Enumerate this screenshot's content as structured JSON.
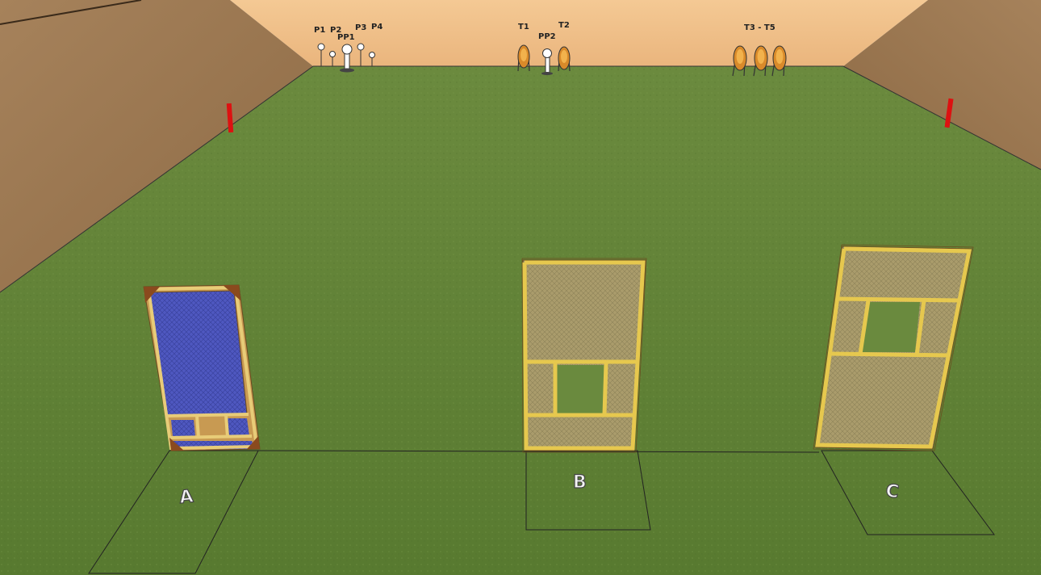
{
  "scene": {
    "labels": {
      "p1": "P1",
      "p2": "P2",
      "pp1": "PP1",
      "p3": "P3",
      "p4": "P4",
      "t1": "T1",
      "pp2": "PP2",
      "t2": "T2",
      "t3_t5": "T3 - T5"
    },
    "positions": {
      "a": "A",
      "b": "B",
      "c": "C"
    },
    "colors": {
      "backstop": "#f2c48c",
      "berm": "#9e7a55",
      "grass": "#5f7d38",
      "frame_wood": "#e0c050",
      "panel_a": "#4d55b8",
      "panel_mesh": "#a89a68",
      "fault_line_marker": "#dd1111"
    }
  }
}
